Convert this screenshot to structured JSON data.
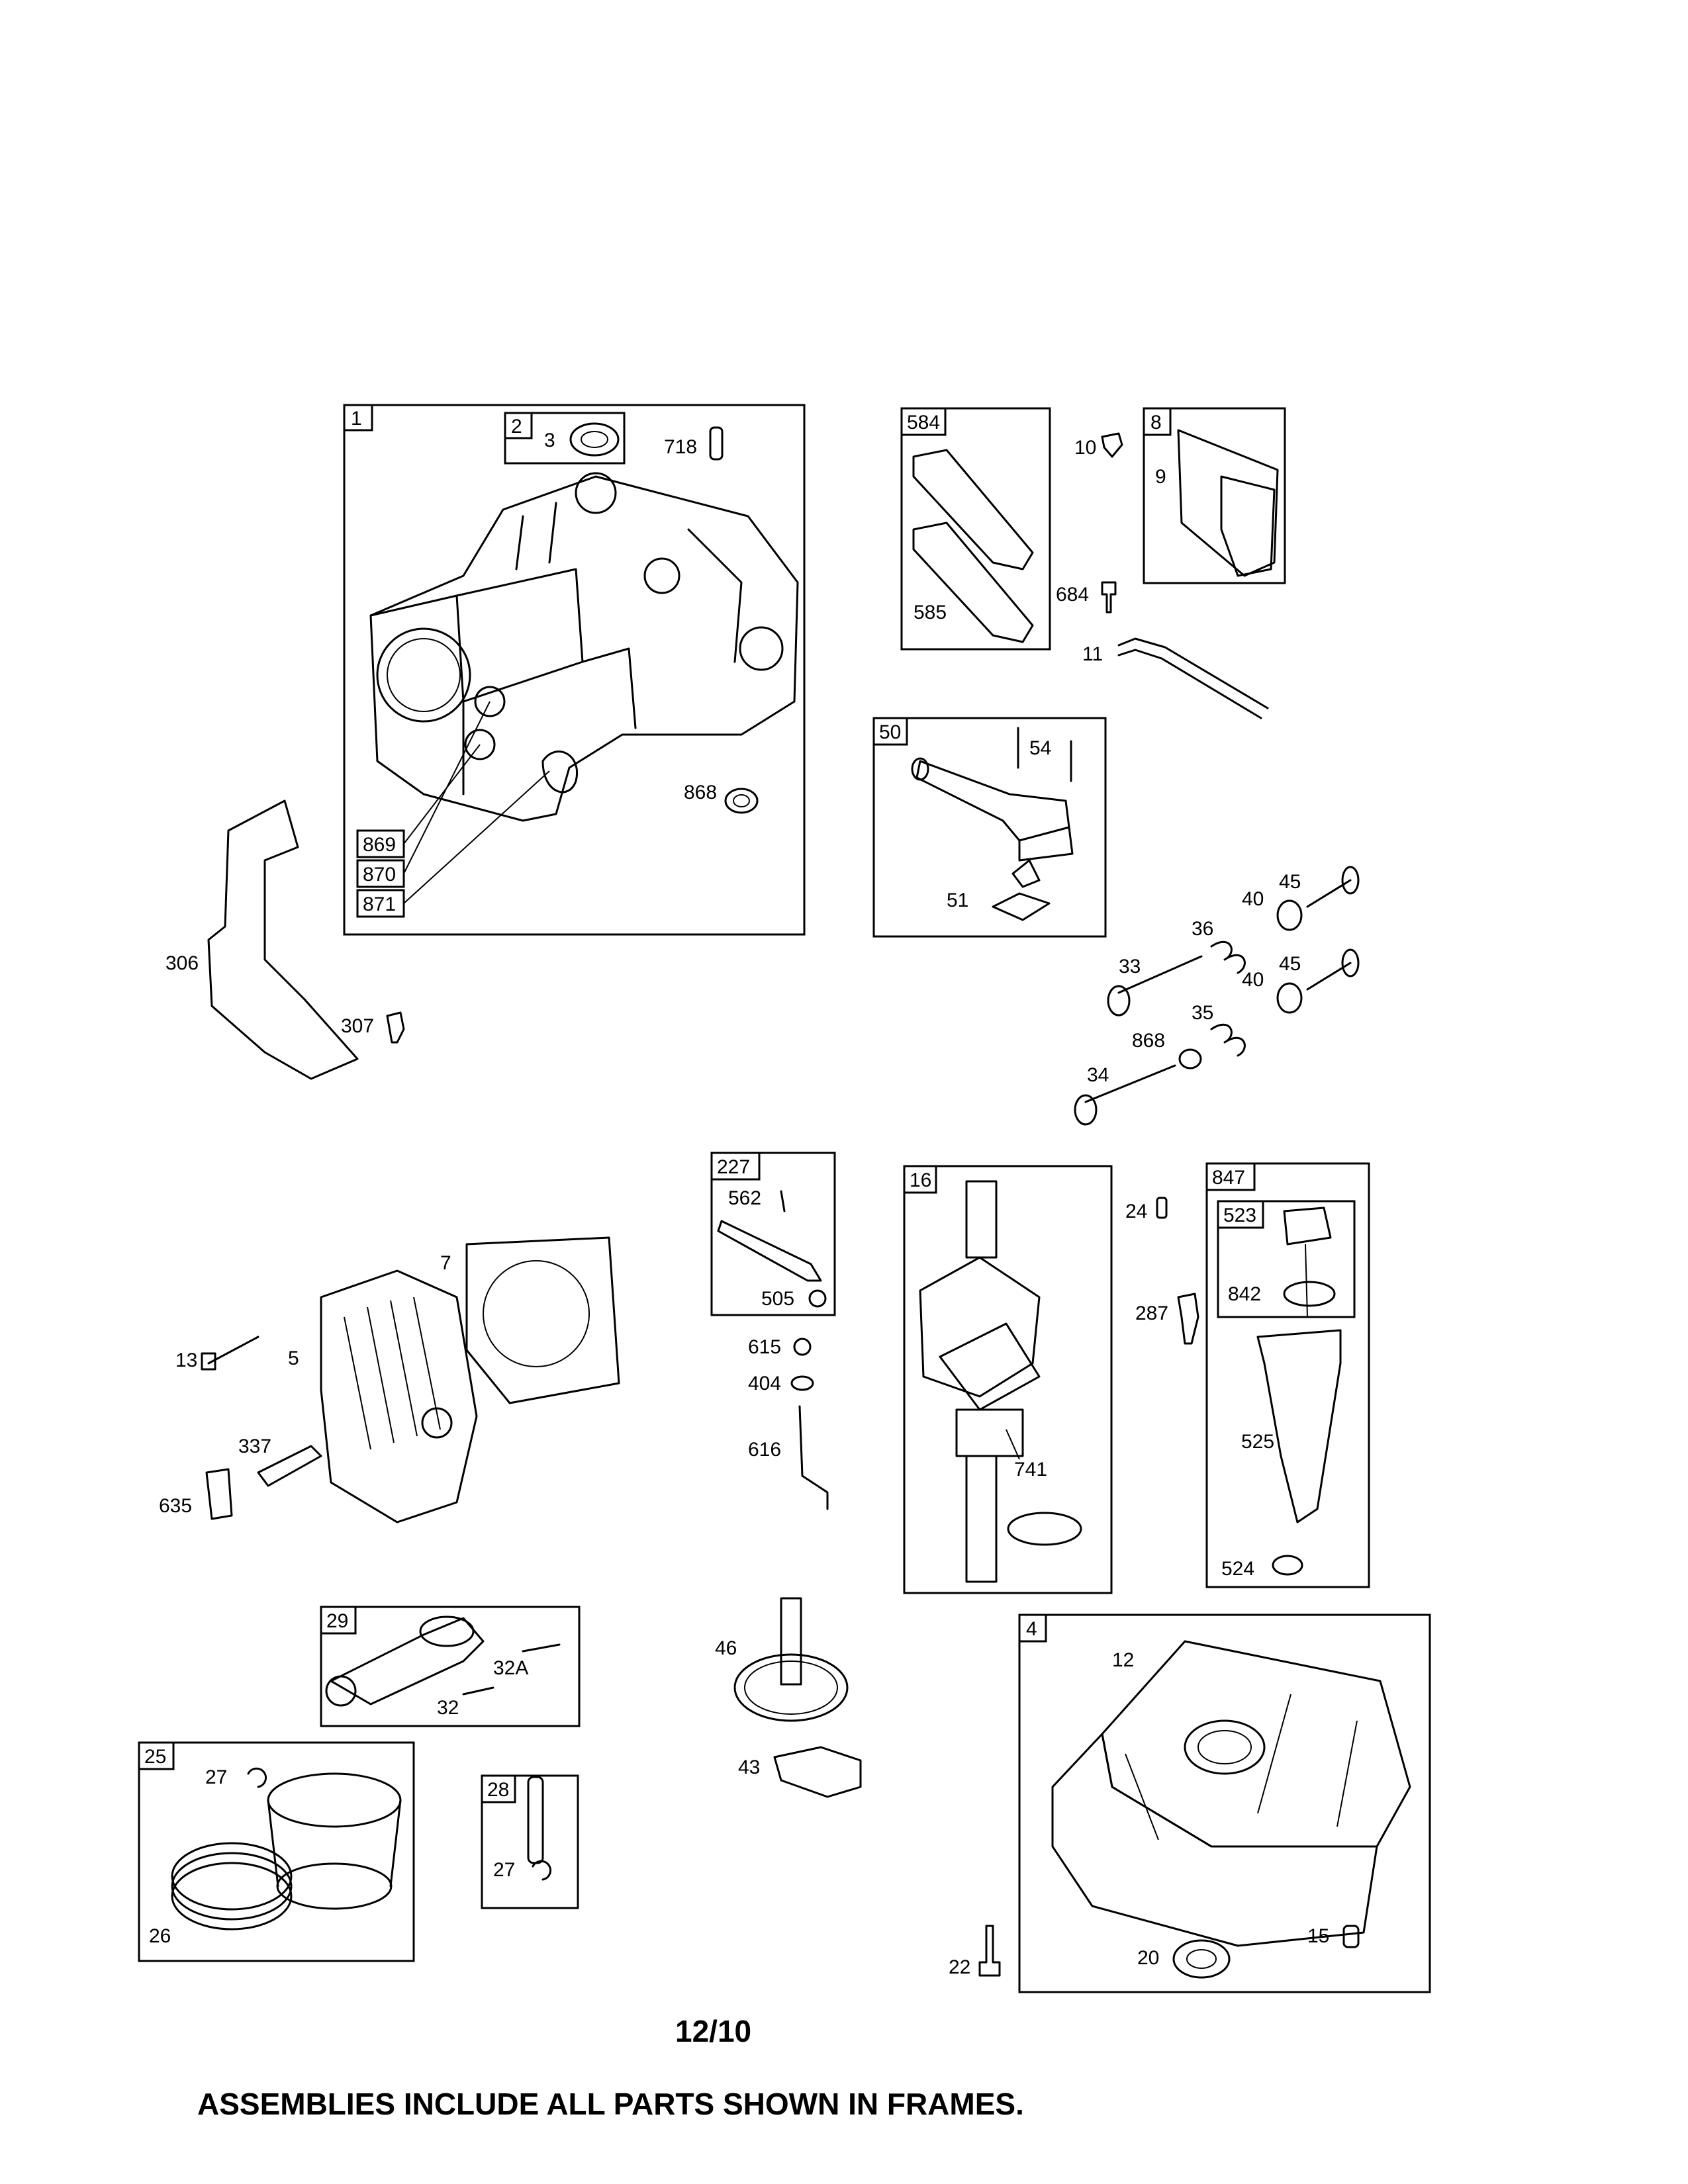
{
  "page_number": "12/10",
  "footer_note": "ASSEMBLIES INCLUDE ALL PARTS SHOWN IN FRAMES.",
  "frames": {
    "f1": "1",
    "f2": "2",
    "f584": "584",
    "f8": "8",
    "f50": "50",
    "f869": "869",
    "f870": "870",
    "f871": "871",
    "f227": "227",
    "f16": "16",
    "f847": "847",
    "f523": "523",
    "f29": "29",
    "f4": "4",
    "f25": "25",
    "f28": "28"
  },
  "parts": {
    "p3": "3",
    "p718": "718",
    "p10": "10",
    "p9": "9",
    "p585": "585",
    "p684": "684",
    "p11": "11",
    "p54": "54",
    "p51": "51",
    "p868a": "868",
    "p306": "306",
    "p307": "307",
    "p40a": "40",
    "p45a": "45",
    "p36": "36",
    "p33": "33",
    "p40b": "40",
    "p45b": "45",
    "p35": "35",
    "p868b": "868",
    "p34": "34",
    "p562": "562",
    "p505": "505",
    "p615": "615",
    "p404": "404",
    "p616": "616",
    "p7": "7",
    "p13": "13",
    "p5": "5",
    "p337": "337",
    "p635": "635",
    "p741": "741",
    "p24": "24",
    "p287": "287",
    "p842": "842",
    "p525": "525",
    "p524": "524",
    "p46": "46",
    "p43": "43",
    "p32A": "32A",
    "p32": "32",
    "p27a": "27",
    "p26": "26",
    "p27b": "27",
    "p12": "12",
    "p22": "22",
    "p20": "20",
    "p15": "15"
  }
}
